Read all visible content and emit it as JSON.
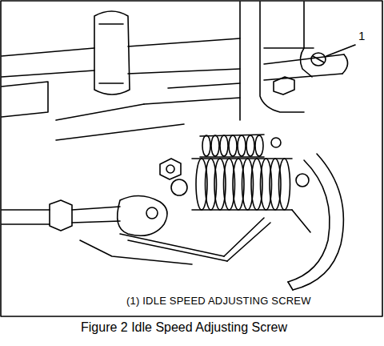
{
  "diagram": {
    "caption": "Figure 2 Idle Speed Adjusting Screw",
    "labels": [
      "1",
      "(1) IDLE SPEED ADJUSTING SCREW"
    ]
  }
}
